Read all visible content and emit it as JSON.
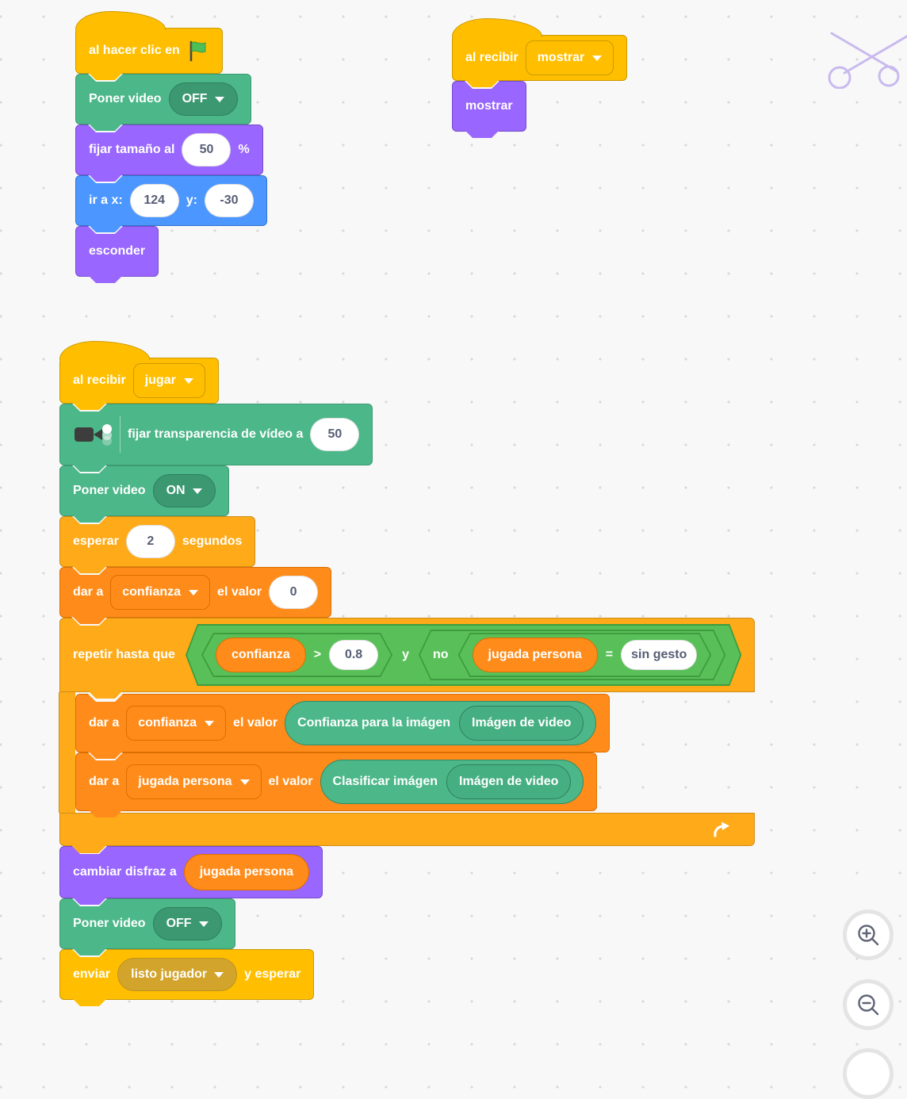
{
  "palette": {
    "events_yellow": "#FFBF00",
    "looks_purple": "#9966FF",
    "motion_blue": "#4C97FF",
    "control_orange": "#FFAB19",
    "variables_orange": "#FF8C1A",
    "operators_green": "#59C059",
    "video_extension_green": "#4CB789",
    "canvas_background": "#F8F8F8"
  },
  "s1": {
    "hat_label": "al hacer clic en",
    "poner_label": "Poner video",
    "poner_dd": "OFF",
    "tam_label": "fijar tamaño al",
    "tam_val": "50",
    "tam_pct": "%",
    "go_label": "ir a x:",
    "go_x": "124",
    "go_ylabel": "y:",
    "go_y": "-30",
    "esconder": "esconder"
  },
  "s2": {
    "hat_label": "al recibir",
    "hat_dd": "mostrar",
    "mostrar": "mostrar"
  },
  "s3": {
    "hat_label": "al recibir",
    "hat_dd": "jugar",
    "transp_label": "fijar transparencia de vídeo a",
    "transp_val": "50",
    "poneron_label": "Poner video",
    "poneron_dd": "ON",
    "esperar_label": "esperar",
    "esperar_val": "2",
    "esperar_suffix": "segundos",
    "dar1_label": "dar a",
    "dar1_dd": "confianza",
    "dar1_label2": "el valor",
    "dar1_val": "0",
    "repeat_label": "repetir hasta que",
    "cond_var1": "confianza",
    "cond_op1": ">",
    "cond_val1": "0.8",
    "cond_and": "y",
    "cond_not": "no",
    "cond_var2": "jugada persona",
    "cond_op2": "=",
    "cond_val2": "sin gesto",
    "dar2_label": "dar a",
    "dar2_dd": "confianza",
    "dar2_label2": "el valor",
    "dar2_rep": "Confianza para la imágen",
    "dar2_arg": "Imágen de video",
    "dar3_label": "dar a",
    "dar3_dd": "jugada persona",
    "dar3_label2": "el valor",
    "dar3_rep": "Clasificar imágen",
    "dar3_arg": "Imágen de video",
    "disfraz_label": "cambiar disfraz a",
    "disfraz_var": "jugada persona",
    "poneroff_label": "Poner video",
    "poneroff_dd": "OFF",
    "enviar_label": "enviar",
    "enviar_dd": "listo jugador",
    "enviar_label2": "y esperar"
  }
}
